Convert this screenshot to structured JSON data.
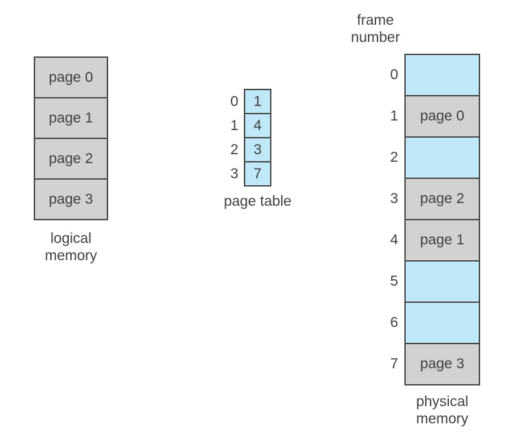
{
  "colors": {
    "page_fill_gray": "#d2d2d2",
    "free_frame_fill_blue": "#bfe8f8",
    "border": "#4a4a4a",
    "text": "#3f3f3f",
    "background": "#ffffff"
  },
  "logical_memory": {
    "label_line1": "logical",
    "label_line2": "memory",
    "pages": [
      "page 0",
      "page 1",
      "page 2",
      "page 3"
    ]
  },
  "page_table": {
    "label": "page table",
    "entries": [
      {
        "index": "0",
        "frame": "1"
      },
      {
        "index": "1",
        "frame": "4"
      },
      {
        "index": "2",
        "frame": "3"
      },
      {
        "index": "3",
        "frame": "7"
      }
    ]
  },
  "physical_memory": {
    "header_line1": "frame",
    "header_line2": "number",
    "label_line1": "physical",
    "label_line2": "memory",
    "frames": [
      {
        "number": "0",
        "content": "",
        "state": "free"
      },
      {
        "number": "1",
        "content": "page 0",
        "state": "used"
      },
      {
        "number": "2",
        "content": "",
        "state": "free"
      },
      {
        "number": "3",
        "content": "page 2",
        "state": "used"
      },
      {
        "number": "4",
        "content": "page 1",
        "state": "used"
      },
      {
        "number": "5",
        "content": "",
        "state": "free"
      },
      {
        "number": "6",
        "content": "",
        "state": "free"
      },
      {
        "number": "7",
        "content": "page 3",
        "state": "used"
      }
    ]
  }
}
